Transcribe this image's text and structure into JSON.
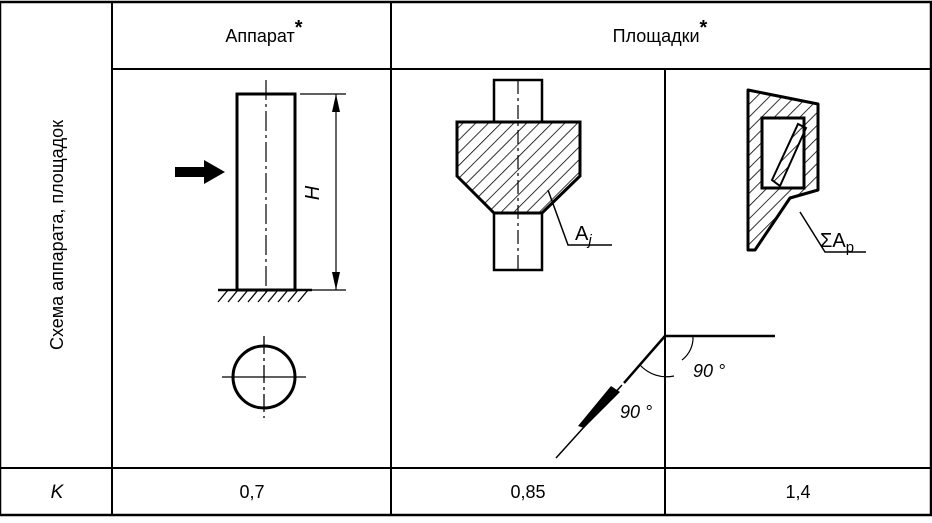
{
  "table": {
    "row_header_label": "Схема аппарата, площадок",
    "col_apparatus": {
      "label": "Аппарат",
      "asterisk": "*"
    },
    "col_platforms": {
      "label": "Площадки",
      "asterisk": "*"
    },
    "k_label": "K",
    "k_values": {
      "apparatus": "0,7",
      "platform_1": "0,85",
      "platform_2": "1,4"
    }
  },
  "drawing": {
    "height_label": "H",
    "area_label_main": "A",
    "area_label_sub": "j",
    "sum_area_label_main": "ΣA",
    "sum_area_label_sub": "p",
    "angle_label_1": "90 °",
    "angle_label_2": "90 °"
  }
}
